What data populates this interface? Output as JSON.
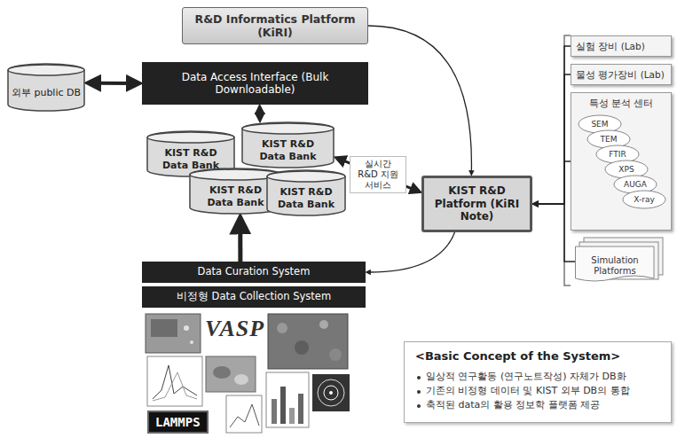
{
  "diagram": {
    "nodes": [
      {
        "text": [
          "R&D Informatics Platform (KiRI)"
        ]
      },
      {
        "text": [
          "외부 public DB"
        ]
      },
      {
        "text": [
          "Data Access Interface (Bulk Downloadable)"
        ]
      },
      {
        "text": [
          "KIST R&D Data Bank"
        ]
      },
      {
        "text": [
          "KIST R&D Data Bank"
        ]
      },
      {
        "text": [
          "KIST R&D Data Bank"
        ]
      },
      {
        "text": [
          "KIST R&D Data Bank"
        ]
      },
      {
        "text": [
          "KIST R&D Platform (KiRI Note)"
        ]
      },
      {
        "text": [
          "Data Curation System"
        ]
      },
      {
        "text": [
          "비정형 Data Collection System"
        ]
      },
      {
        "text": [
          "실험 장비 (Lab)"
        ]
      },
      {
        "text": [
          "물성 평가장비 (Lab)"
        ]
      },
      {
        "text": [
          "특성 분석 센터"
        ]
      },
      {
        "text": [
          "SEM"
        ],
        "in": 12
      },
      {
        "text": [
          "TEM"
        ],
        "in": 12
      },
      {
        "text": [
          "FTIR"
        ],
        "in": 12
      },
      {
        "text": [
          "XPS"
        ],
        "in": 12
      },
      {
        "text": [
          "AUGA"
        ],
        "in": 12
      },
      {
        "text": [
          "X-ray"
        ],
        "in": 12
      },
      {
        "text": [
          "Simulation Platforms"
        ]
      },
      {
        "text": [
          "<Basic Concept of the System>",
          "일상적 연구활동 (연구노트작성) 자체가 DB화",
          "기존의 비정형 데이터 및 KIST 외부 DB의 통합",
          "축적된 data의 활용 정보학 플랫폼 제공"
        ]
      }
    ],
    "edges": [
      {
        "from": 1,
        "to": 2,
        "arrow": "both"
      },
      {
        "from": 2,
        "to": 4,
        "arrow": "both"
      },
      {
        "from": 4,
        "to": 7,
        "arrow": "both",
        "label": "실시간 R&D 지원서비스"
      },
      {
        "from": 0,
        "to": 7,
        "arrow": "to"
      },
      {
        "from": 7,
        "to": 8,
        "arrow": "to"
      },
      {
        "from": 8,
        "to": 5,
        "arrow": "to"
      },
      {
        "from": 10,
        "to": 7,
        "arrow": "to"
      },
      {
        "from": 11,
        "to": 7,
        "arrow": "to"
      },
      {
        "from": 12,
        "to": 7,
        "arrow": "to"
      },
      {
        "from": 19,
        "to": 7,
        "arrow": "to"
      }
    ],
    "labels": [
      "VASP",
      "LAMMPS"
    ]
  }
}
